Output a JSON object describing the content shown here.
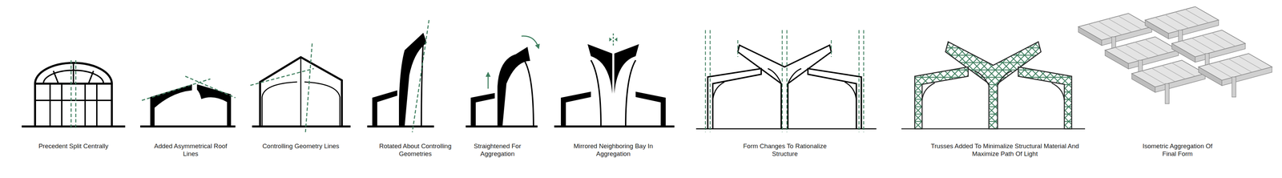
{
  "diagram": {
    "labels": [
      "Precedent Split Centrally",
      "Added Asymmetrical Roof Lines",
      "Controlling Geometry Lines",
      "Rotated About Controlling Geometries",
      "Straightened For Aggregation",
      "Mirrored Neighboring Bay In Aggregation",
      "Form Changes To Rationalize Structure",
      "Trusses Added To Minimalize Structural Material And Maximize Path Of Light",
      "Isometric Aggregation Of Final Form"
    ]
  }
}
